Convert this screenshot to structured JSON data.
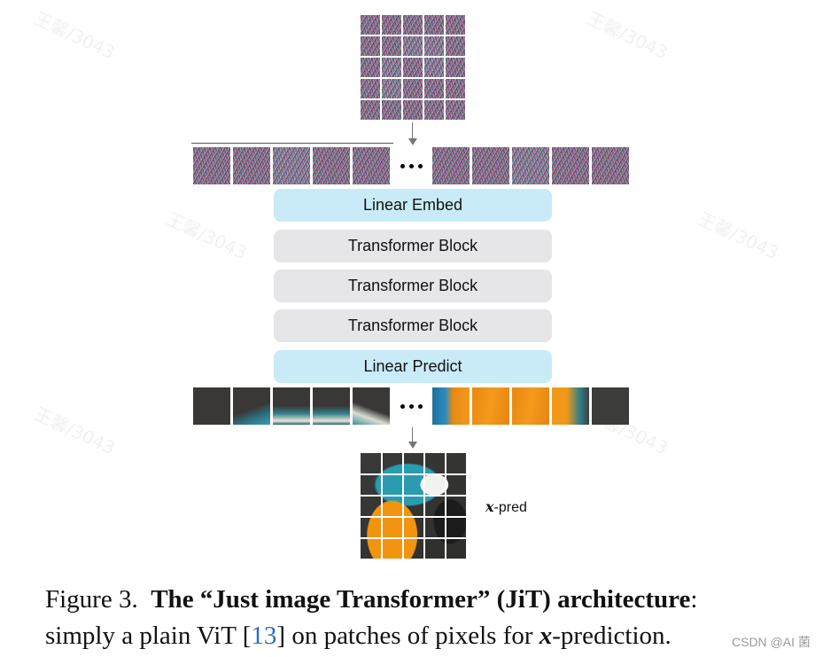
{
  "layers": [
    {
      "label": "Linear Embed",
      "style": "blue"
    },
    {
      "label": "Transformer Block",
      "style": "gray"
    },
    {
      "label": "Transformer Block",
      "style": "gray"
    },
    {
      "label": "Transformer Block",
      "style": "gray"
    },
    {
      "label": "Linear Predict",
      "style": "blue"
    }
  ],
  "output_label_var": "x",
  "output_label_suffix": "-pred",
  "caption": {
    "figure_label": "Figure 3.",
    "title": "The “Just image Transformer” (JiT) architecture",
    "colon": ":",
    "text_before_ref": "simply a plain ViT [",
    "ref": "13",
    "text_after_ref": "] on patches of pixels for ",
    "var": "x",
    "text_end": "-prediction."
  },
  "watermark": "CSDN @AI 菌",
  "background_watermark": "王馨/3043",
  "colors": {
    "blue_box": "#c9ebf7",
    "gray_box": "#e6e6e8",
    "reference_link": "#2e6dba",
    "orange_patch": "#f39a1c",
    "dark_patch": "#3a3836"
  }
}
